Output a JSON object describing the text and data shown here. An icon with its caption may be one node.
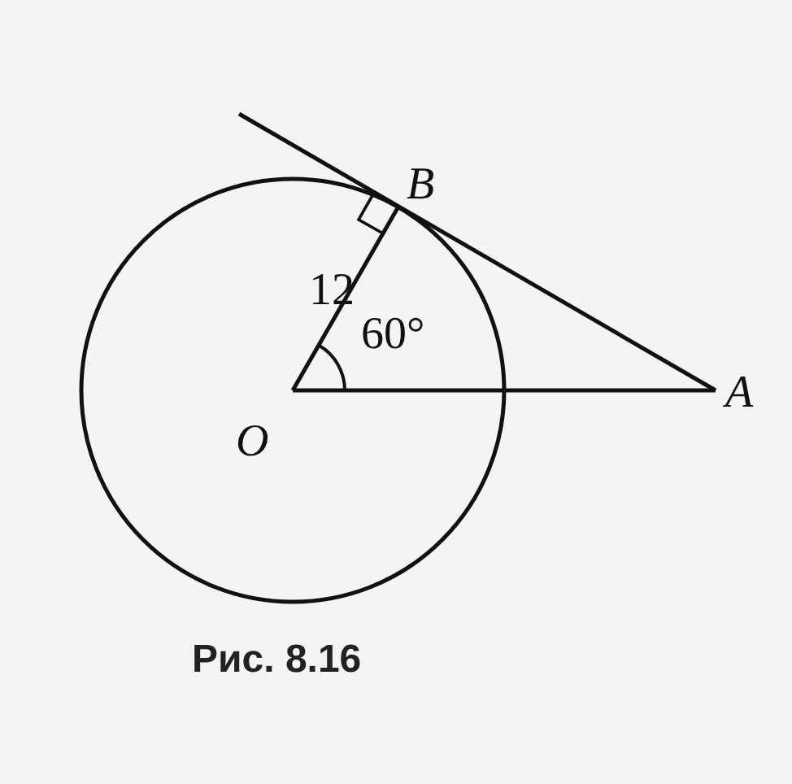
{
  "diagram": {
    "caption": "Рис. 8.16",
    "labels": [
      "B",
      "12",
      "60°",
      "O",
      "A"
    ]
  }
}
